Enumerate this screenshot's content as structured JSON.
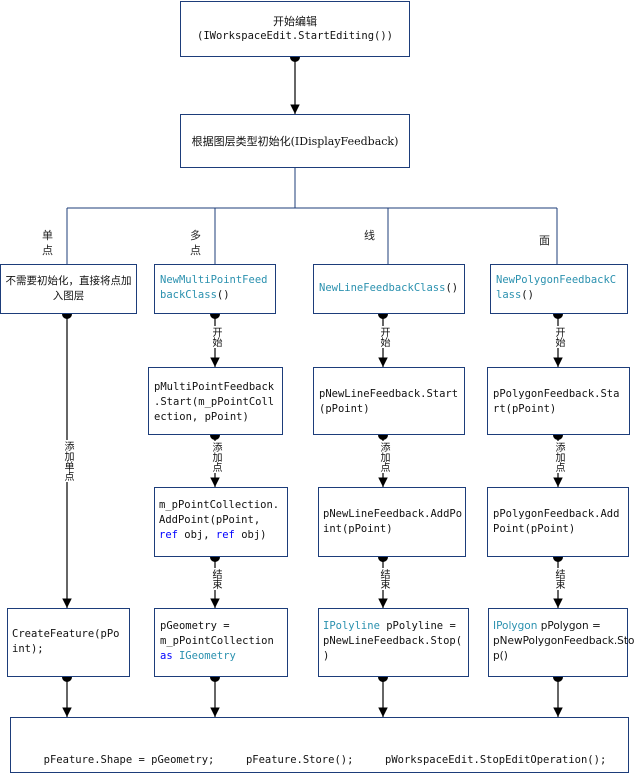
{
  "nodes": {
    "start_title": "开始编辑",
    "start_call": "(IWorkspaceEdit.StartEditing())",
    "init": "根据图层类型初始化(IDisplayFeedback)",
    "single_note": "不需要初始化，直接将点加入图层",
    "multi_class_a": "NewMultiPointFeed",
    "multi_class_b": "backClass",
    "multi_class_tail": "()",
    "line_class": "NewLineFeedbackClass",
    "line_class_tail": "()",
    "poly_class_a": "NewPolygonFeedbackC",
    "poly_class_b": "lass",
    "poly_class_tail": "()",
    "multi_start_1": "pMultiPointFeedback",
    "multi_start_2": ".Start(m_pPointColl",
    "multi_start_3": "ection, pPoint)",
    "line_start_1": "pNewLineFeedback.Start",
    "line_start_2": "(pPoint)",
    "poly_start_1": "pPolygonFeedback.Sta",
    "poly_start_2": "rt(pPoint)",
    "multi_add_1": "m_pPointCollection.",
    "multi_add_2": "AddPoint(pPoint,",
    "multi_add_kw": "ref",
    "multi_add_3": " obj, ",
    "multi_add_4": " obj)",
    "line_add_1": "pNewLineFeedback.AddPo",
    "line_add_2": "int(pPoint)",
    "poly_add_1": "pPolygonFeedback.Add",
    "poly_add_2": "Point(pPoint)",
    "create_1": "CreateFeature(pPo",
    "create_2": "int);",
    "multi_end_1": "pGeometry =",
    "multi_end_2": "m_pPointCollection",
    "multi_end_as": "as",
    "multi_end_type": "IGeometry",
    "line_end_type": "IPolyline",
    "line_end_1": " pPolyline =",
    "line_end_2": "pNewLineFeedback.Stop(",
    "line_end_3": ")",
    "poly_end_type": "IPolygon",
    "poly_end_1": " pPolygon =",
    "poly_end_2": "pNewPolygonFeedback.Sto",
    "poly_end_3": "p()",
    "final": "pFeature.Shape = pGeometry;     pFeature.Store();     pWorkspaceEdit.StopEditOperation();"
  },
  "branch_labels": {
    "single": "单点",
    "multi": "多点",
    "line": "线",
    "polygon": "面"
  },
  "edge_labels": {
    "start": "开始",
    "add_point": "添加点",
    "end": "结束",
    "add_single": "添加单点"
  },
  "colors": {
    "border": "#1d3d7a",
    "class_name": "#2b91af",
    "keyword": "#0000ff"
  }
}
